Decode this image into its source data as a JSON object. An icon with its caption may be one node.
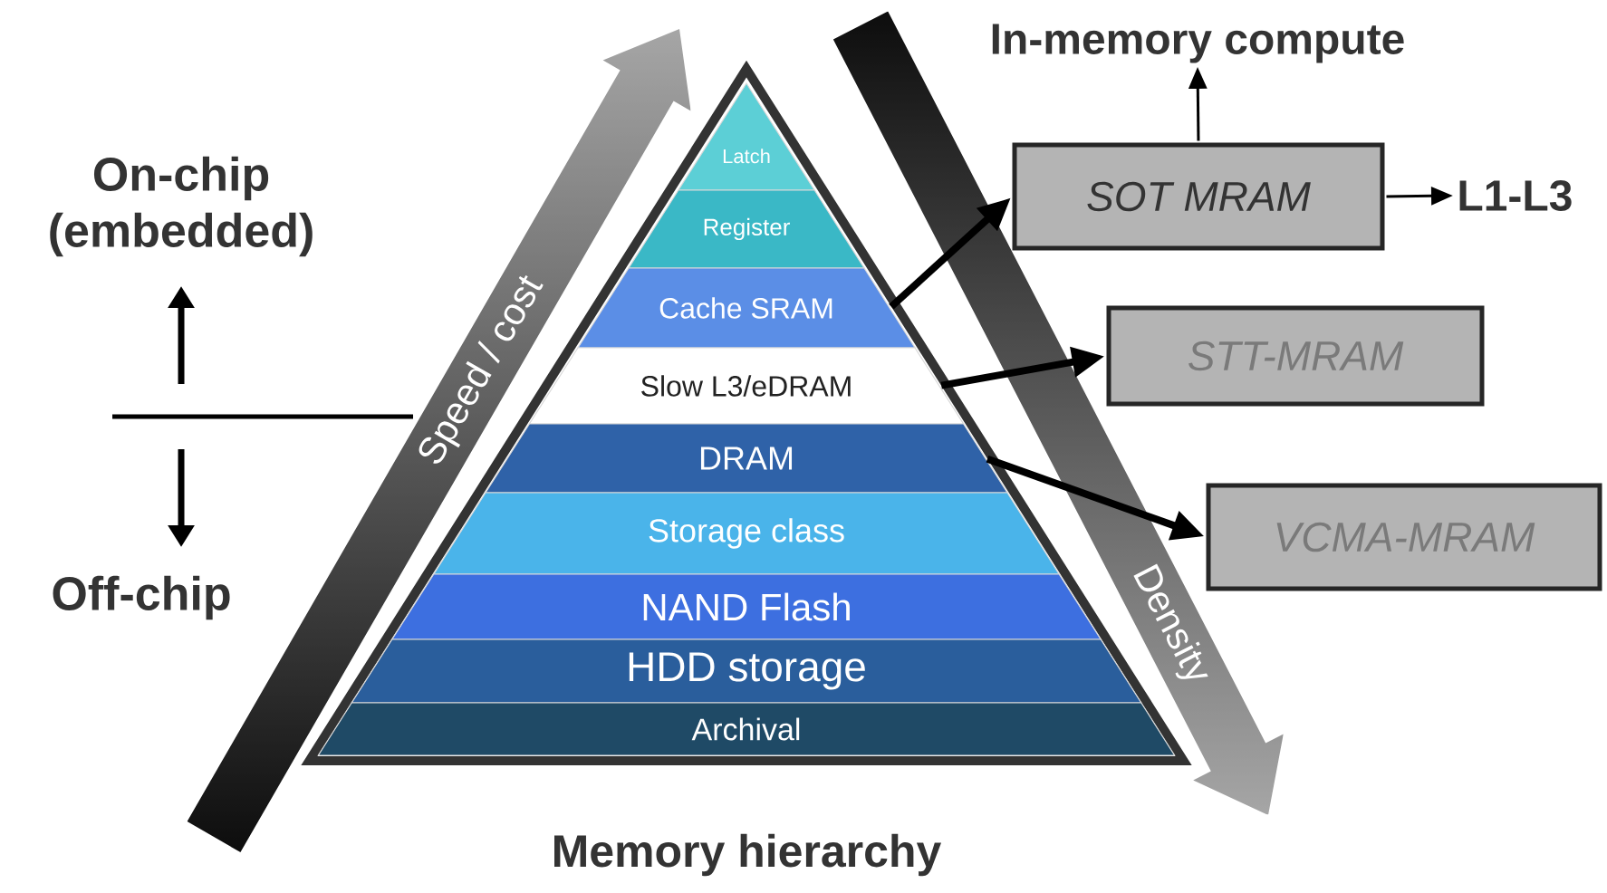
{
  "diagram": {
    "caption": "Memory hierarchy",
    "nodes": [
      {
        "text": [
          "Latch"
        ]
      },
      {
        "text": [
          "Register"
        ]
      },
      {
        "text": [
          "Cache SRAM"
        ]
      },
      {
        "text": [
          "Slow L3/eDRAM"
        ]
      },
      {
        "text": [
          "DRAM"
        ]
      },
      {
        "text": [
          "Storage class"
        ]
      },
      {
        "text": [
          "NAND Flash"
        ]
      },
      {
        "text": [
          "HDD storage"
        ]
      },
      {
        "text": [
          "Archival"
        ]
      },
      {
        "text": [
          "SOT MRAM"
        ]
      },
      {
        "text": [
          "STT-MRAM"
        ]
      },
      {
        "text": [
          "VCMA-MRAM"
        ]
      },
      {
        "text": [
          "In-memory compute"
        ]
      },
      {
        "text": [
          "L1-L3"
        ]
      }
    ],
    "edges": [
      {
        "from": 2,
        "to": 9,
        "arrow": "to"
      },
      {
        "from": 3,
        "to": 10,
        "arrow": "to"
      },
      {
        "from": 4,
        "to": 11,
        "arrow": "to"
      },
      {
        "from": 9,
        "to": 12,
        "arrow": "to"
      },
      {
        "from": 9,
        "to": 13,
        "arrow": "to"
      }
    ],
    "labels": [
      "On-chip (embedded)",
      "Off-chip",
      "Speed / cost",
      "Density"
    ]
  }
}
